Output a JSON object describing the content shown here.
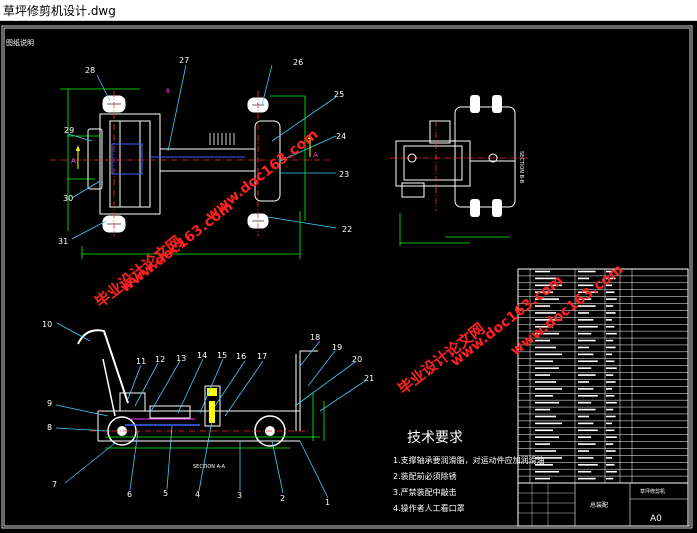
{
  "window": {
    "title": "草坪修剪机设计.dwg"
  },
  "drawing": {
    "corner_tag": "图纸说明",
    "callouts_top": [
      "28",
      "27",
      "26",
      "25",
      "24",
      "23",
      "22",
      "29",
      "30",
      "31",
      "8"
    ],
    "callouts_side": [
      "10",
      "11",
      "12",
      "13",
      "14",
      "15",
      "16",
      "17",
      "18",
      "19",
      "20",
      "21",
      "9",
      "8",
      "7",
      "6",
      "5",
      "4",
      "3",
      "2",
      "1"
    ],
    "section_label": "SECTION A-A",
    "tech": {
      "heading": "技术要求",
      "items": [
        "1.支撑轴承要润滑脂，对运动件应加润滑油",
        "2.装配前必须除锈",
        "3.严禁装配中敲击",
        "4.操作者人工看口罩"
      ]
    },
    "titleblock": {
      "sheet_size": "A0",
      "drawing_title": "总装配",
      "name": "草坪修剪机"
    },
    "watermarks": [
      "毕业设计论文网",
      "www.doc163.com"
    ]
  }
}
